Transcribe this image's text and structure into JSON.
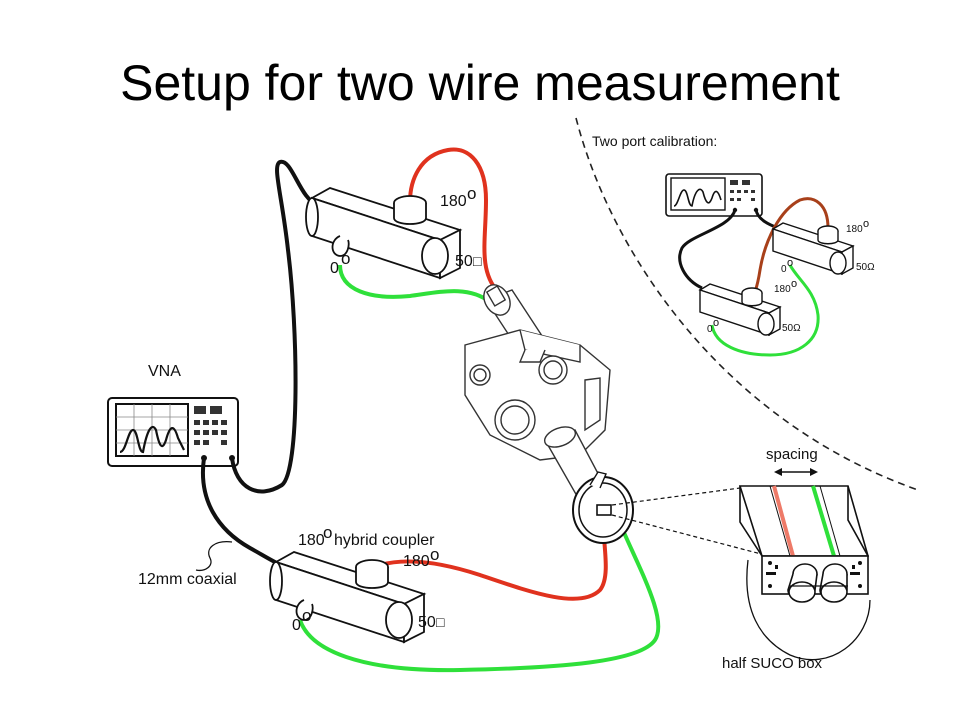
{
  "title": "Setup for two wire measurement",
  "labels": {
    "vna": "VNA",
    "coax": "12mm coaxial",
    "hybrid_coupler": "hybrid coupler",
    "deg180_main": "180",
    "deg_o": "o",
    "deg0": "0",
    "ohm50": "50",
    "ohm_box": "□",
    "calibration": "Two port calibration:",
    "cal_ohm": "50Ω",
    "spacing": "spacing",
    "half_suco": "half SUCO box"
  },
  "colors": {
    "red_wire": "#e0321e",
    "green_wire": "#2fe03a",
    "black_wire": "#111111",
    "brown_wire": "#a8401a",
    "salmon_wire": "#ee7a68"
  },
  "icons": [
    "vna-instrument-icon",
    "hybrid-coupler-icon",
    "vacuum-chamber-icon",
    "suco-box-icon"
  ]
}
